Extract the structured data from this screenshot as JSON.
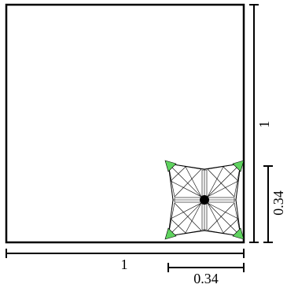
{
  "diagram": {
    "outer_square": {
      "width_label": "1",
      "height_label": "1"
    },
    "corner_block": {
      "width_label": "0.34",
      "height_label": "0.34"
    },
    "colors": {
      "stroke": "#000000",
      "corner_marker": "#5fd35f",
      "center_dot": "#000000",
      "background": "#ffffff"
    }
  }
}
